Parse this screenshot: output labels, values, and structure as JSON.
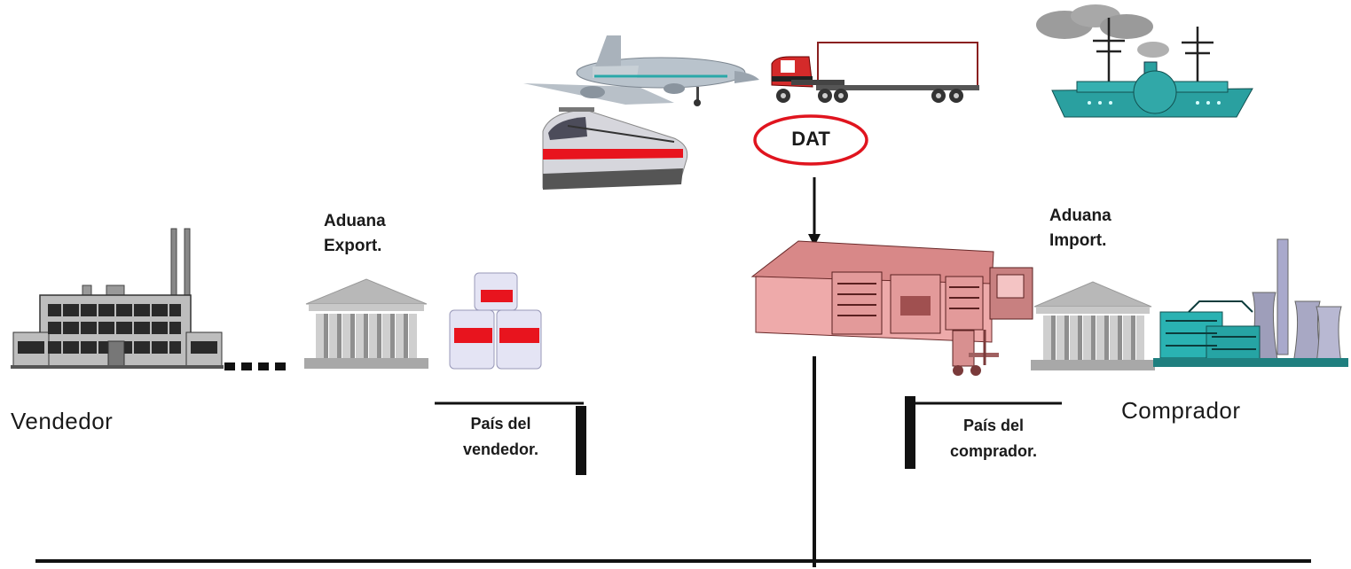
{
  "labels": {
    "dat": "DAT",
    "aduana_export_line1": "Aduana",
    "aduana_export_line2": "Export.",
    "aduana_import_line1": "Aduana",
    "aduana_import_line2": "Import.",
    "vendedor": "Vendedor",
    "comprador": "Comprador",
    "pais_vendedor_line1": "País del",
    "pais_vendedor_line2": "vendedor.",
    "pais_comprador_line1": "País del",
    "pais_comprador_line2": "comprador."
  },
  "icons": [
    "airplane-icon",
    "truck-icon",
    "train-icon",
    "ship-icon",
    "factory-icon",
    "customs-building-icon",
    "goods-boxes-icon",
    "warehouse-icon",
    "forklift-icon",
    "industrial-plant-icon"
  ],
  "colors": {
    "highlight_circle": "#e0141e",
    "warehouse": "#e8a0a0",
    "ship": "#2aa0a0",
    "customs": "#b8b8b8",
    "line": "#111111"
  }
}
